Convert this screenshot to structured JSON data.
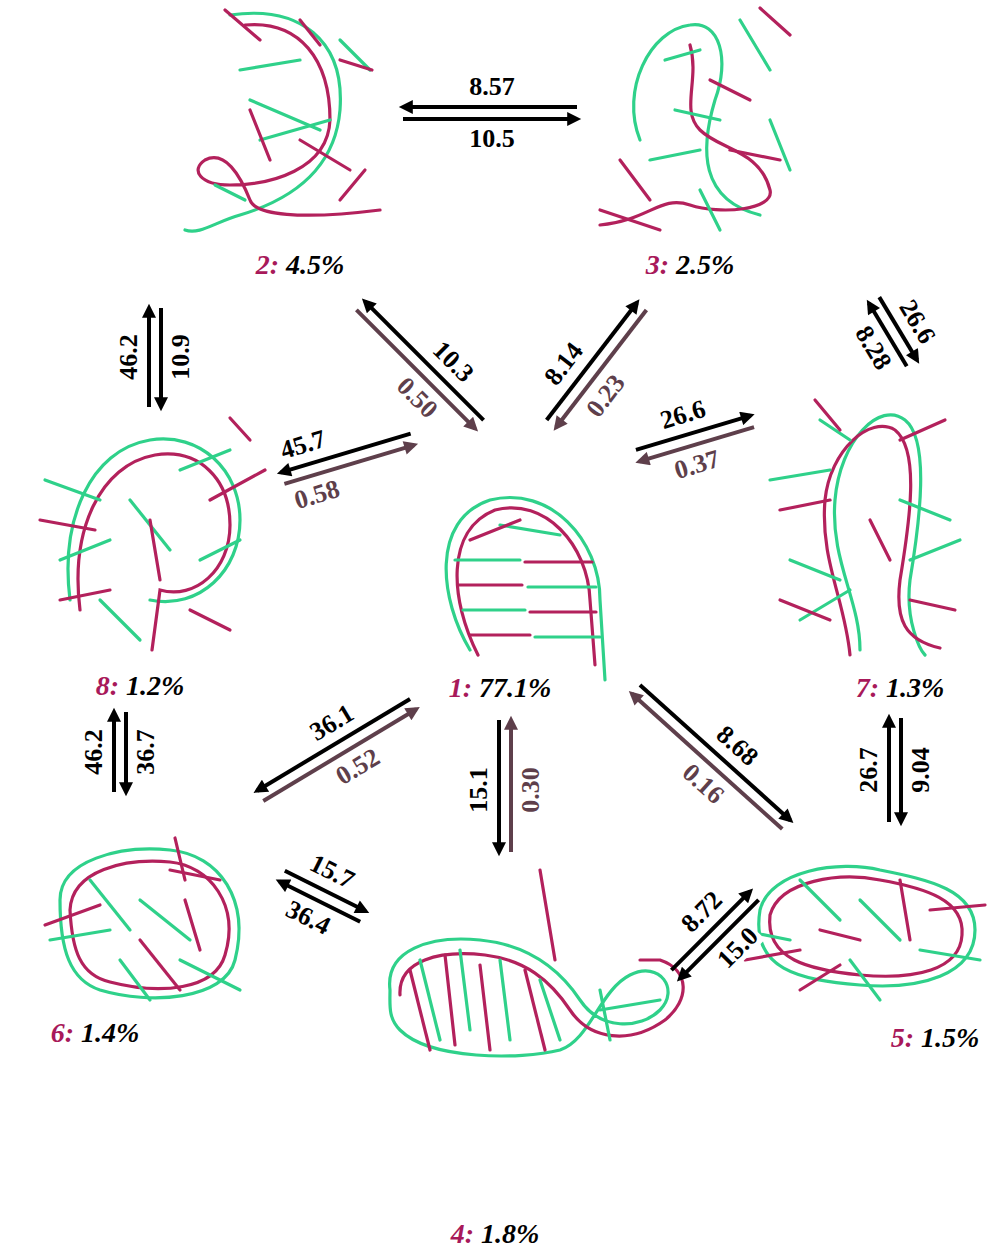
{
  "diagram": {
    "nodes": [
      {
        "text": [
          "1:",
          "77.1%"
        ]
      },
      {
        "text": [
          "2:",
          "4.5%"
        ]
      },
      {
        "text": [
          "3:",
          "2.5%"
        ]
      },
      {
        "text": [
          "4:",
          "1.8%"
        ]
      },
      {
        "text": [
          "5:",
          "1.5%"
        ]
      },
      {
        "text": [
          "6:",
          "1.4%"
        ]
      },
      {
        "text": [
          "7:",
          "1.3%"
        ]
      },
      {
        "text": [
          "8:",
          "1.2%"
        ]
      }
    ],
    "edges": [
      {
        "from": 2,
        "to": 1,
        "label": "8.57",
        "arrow": "to"
      },
      {
        "from": 1,
        "to": 2,
        "label": "10.5",
        "arrow": "to"
      },
      {
        "from": 7,
        "to": 1,
        "label": "46.2",
        "arrow": "to"
      },
      {
        "from": 1,
        "to": 7,
        "label": "10.9",
        "arrow": "to"
      },
      {
        "from": 0,
        "to": 1,
        "label": "10.3",
        "arrow": "to"
      },
      {
        "from": 1,
        "to": 0,
        "label": "0.50",
        "arrow": "to"
      },
      {
        "from": 0,
        "to": 2,
        "label": "8.14",
        "arrow": "to"
      },
      {
        "from": 2,
        "to": 0,
        "label": "0.23",
        "arrow": "to"
      },
      {
        "from": 6,
        "to": 2,
        "label": "8.28",
        "arrow": "to"
      },
      {
        "from": 2,
        "to": 6,
        "label": "26.6",
        "arrow": "to"
      },
      {
        "from": 0,
        "to": 7,
        "label": "45.7",
        "arrow": "to"
      },
      {
        "from": 7,
        "to": 0,
        "label": "0.58",
        "arrow": "to"
      },
      {
        "from": 0,
        "to": 6,
        "label": "26.6",
        "arrow": "to"
      },
      {
        "from": 6,
        "to": 0,
        "label": "0.37",
        "arrow": "to"
      },
      {
        "from": 0,
        "to": 5,
        "label": "36.1",
        "arrow": "to"
      },
      {
        "from": 5,
        "to": 0,
        "label": "0.52",
        "arrow": "to"
      },
      {
        "from": 0,
        "to": 3,
        "label": "15.1",
        "arrow": "to"
      },
      {
        "from": 3,
        "to": 0,
        "label": "0.30",
        "arrow": "to"
      },
      {
        "from": 0,
        "to": 4,
        "label": "8.68",
        "arrow": "to"
      },
      {
        "from": 4,
        "to": 0,
        "label": "0.16",
        "arrow": "to"
      },
      {
        "from": 5,
        "to": 7,
        "label": "46.2",
        "arrow": "to"
      },
      {
        "from": 7,
        "to": 5,
        "label": "36.7",
        "arrow": "to"
      },
      {
        "from": 4,
        "to": 6,
        "label": "26.7",
        "arrow": "to"
      },
      {
        "from": 6,
        "to": 4,
        "label": "9.04",
        "arrow": "to"
      },
      {
        "from": 5,
        "to": 3,
        "label": "15.7",
        "arrow": "to"
      },
      {
        "from": 3,
        "to": 5,
        "label": "36.4",
        "arrow": "to"
      },
      {
        "from": 3,
        "to": 4,
        "label": "8.72",
        "arrow": "to"
      },
      {
        "from": 4,
        "to": 3,
        "label": "15.0",
        "arrow": "to"
      }
    ]
  }
}
